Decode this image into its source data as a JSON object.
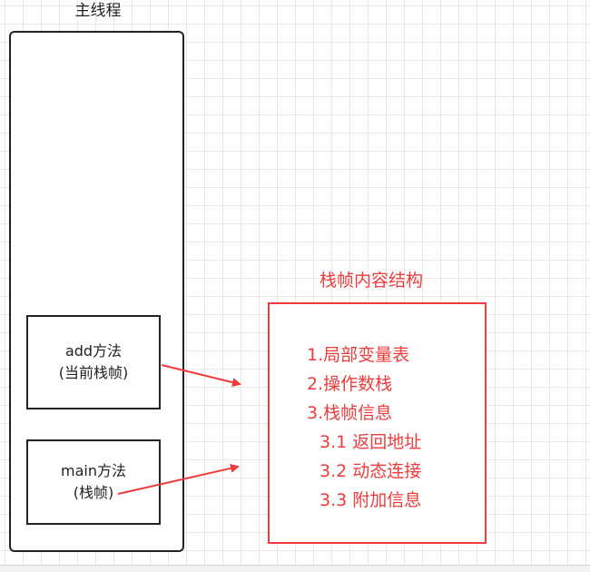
{
  "thread": {
    "title": "主线程",
    "frames": [
      {
        "line1": "add方法",
        "line2": "(当前栈帧)"
      },
      {
        "line1": "main方法",
        "line2": "(栈帧)"
      }
    ]
  },
  "frame_structure": {
    "title": "栈帧内容结构",
    "items": [
      "1.局部变量表",
      "2.操作数栈",
      "3.栈帧信息",
      "3.1 返回地址",
      "3.2 动态连接",
      "3.3 附加信息"
    ]
  },
  "colors": {
    "accent_red": "#ef3b3b",
    "outline": "#222222",
    "grid": "#e6e6e6"
  }
}
